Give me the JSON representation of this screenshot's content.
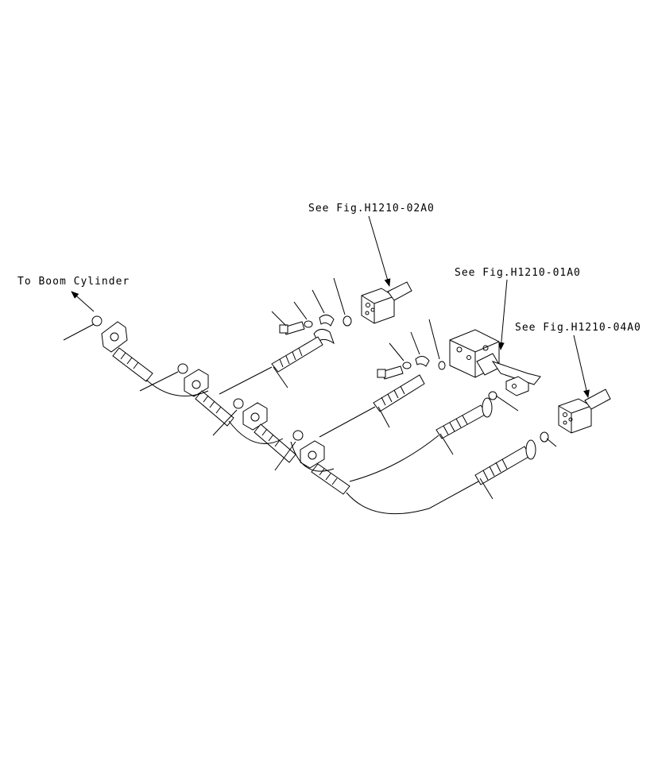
{
  "labels": {
    "to_boom_cylinder": "To Boom Cylinder",
    "see_fig_02": "See Fig.H1210-02A0",
    "see_fig_01": "See Fig.H1210-01A0",
    "see_fig_04": "See Fig.H1210-04A0"
  }
}
